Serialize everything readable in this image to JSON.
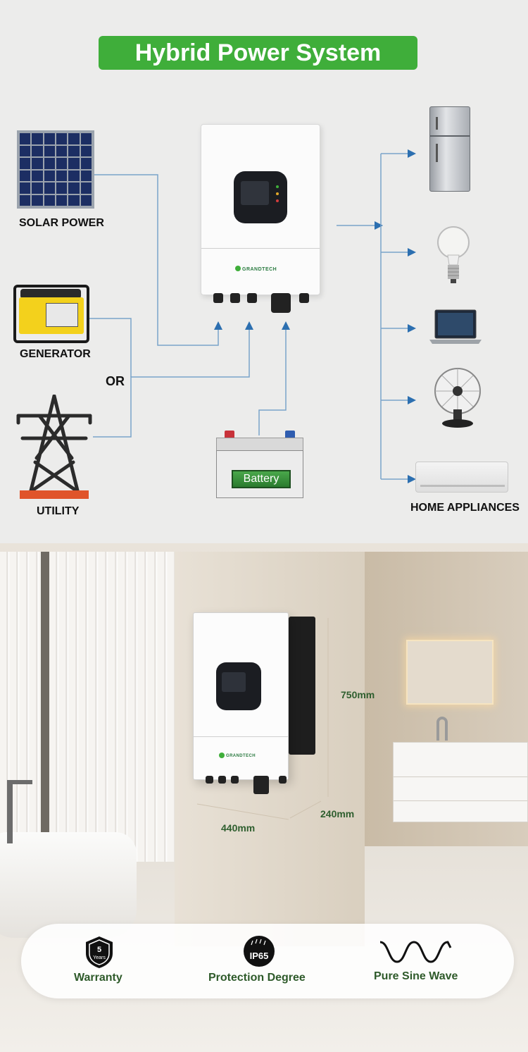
{
  "header": {
    "title": "Hybrid Power System"
  },
  "sources": {
    "solar": "SOLAR POWER",
    "generator": "GENERATOR",
    "or": "OR",
    "utility": "UTILITY"
  },
  "inverter": {
    "brand": "GRANDTECH"
  },
  "battery": {
    "label": "Battery"
  },
  "appliances": {
    "label": "HOME APPLIANCES"
  },
  "dimensions": {
    "height": "750mm",
    "width": "440mm",
    "depth": "240mm"
  },
  "features": {
    "warranty_years": "5",
    "warranty_unit": "Years",
    "warranty": "Warranty",
    "ip_rating": "IP65",
    "protection": "Protection Degree",
    "wave": "Pure Sine Wave"
  },
  "colors": {
    "accent": "#3fae3a",
    "wire": "#6f9bc4",
    "arrow": "#2c6fb0",
    "feature_text": "#2e5a2a"
  }
}
